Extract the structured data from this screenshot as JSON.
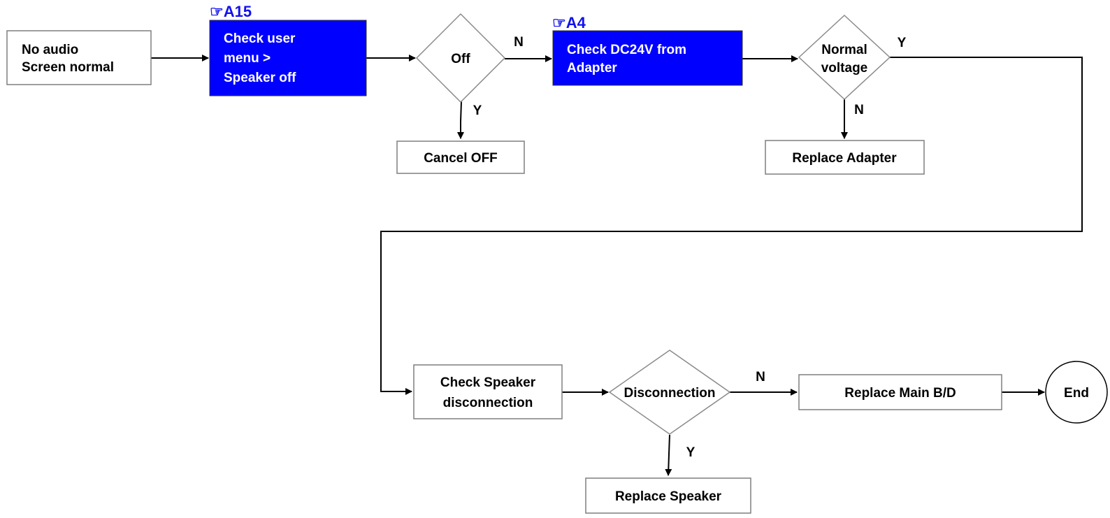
{
  "nodes": {
    "start": {
      "line1": "No audio",
      "line2": "Screen normal"
    },
    "check_menu": {
      "ref": "☞A15",
      "line1": "Check user",
      "line2": "menu  >",
      "line3": "Speaker off"
    },
    "off_decision": {
      "label": "Off"
    },
    "cancel_off": {
      "label": "Cancel OFF"
    },
    "check_dc": {
      "ref": "☞A4",
      "line1": "Check DC24V from",
      "line2": "Adapter"
    },
    "voltage_decision": {
      "line1": "Normal",
      "line2": "voltage"
    },
    "replace_adapter": {
      "label": "Replace Adapter"
    },
    "check_speaker": {
      "line1": "Check Speaker",
      "line2": "disconnection"
    },
    "disconnection_decision": {
      "label": "Disconnection"
    },
    "replace_main": {
      "label": "Replace Main B/D"
    },
    "end": {
      "label": "End"
    },
    "replace_speaker": {
      "label": "Replace Speaker"
    }
  },
  "edges": {
    "off_no": "N",
    "off_yes": "Y",
    "voltage_yes": "Y",
    "voltage_no": "N",
    "disc_no": "N",
    "disc_yes": "Y"
  },
  "colors": {
    "highlight_box": "#0000ff",
    "reference_text": "#1111ee"
  }
}
